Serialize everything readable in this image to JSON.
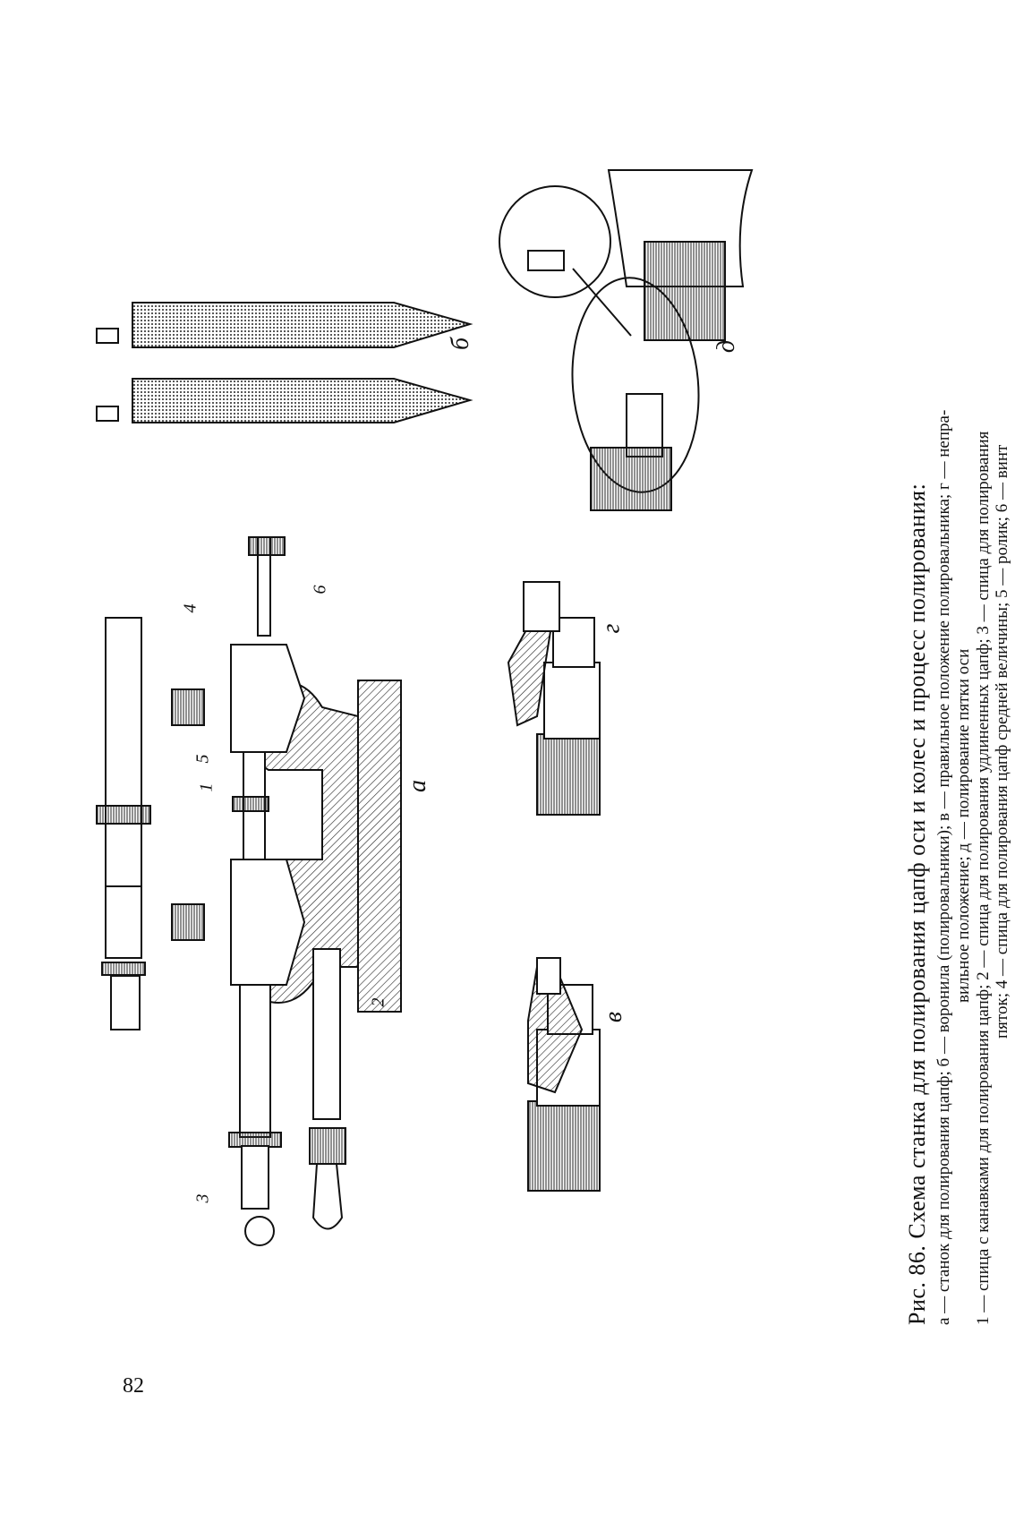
{
  "page_number": "82",
  "caption": {
    "title": "Рис. 86. Схема станка для полирования цапф оси и колес и процесс полирования:",
    "lines": [
      "а — станок для полирования цапф; б — воронила (полировальники); в — правильное положение полировальника; г — непра-",
      "вильное положение; д — полирование пятки оси",
      "1 — спица с канавками для полирования цапф; 2 — спица для полирования удлиненных цапф; 3 — спица для полирования",
      "пяток; 4 — спица для полирования цапф средней величины; 5 — ролик; 6 — винт"
    ]
  },
  "panel_labels": {
    "a": "а",
    "b": "б",
    "v": "в",
    "g": "г",
    "d": "д"
  },
  "part_numbers": {
    "n1": "1",
    "n2": "2",
    "n3": "3",
    "n4": "4",
    "n5": "5",
    "n6": "6"
  }
}
